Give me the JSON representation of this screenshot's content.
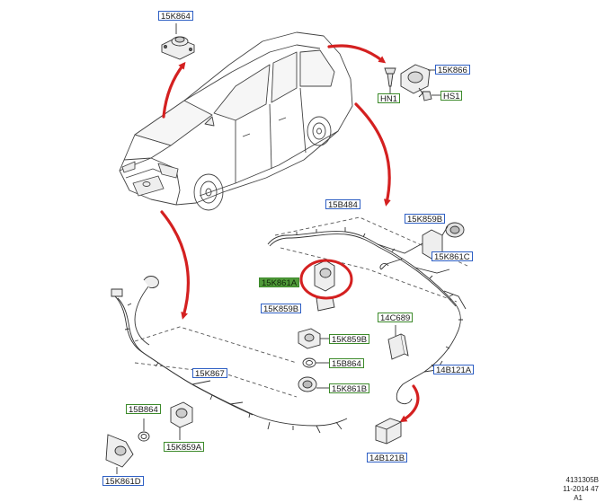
{
  "colors": {
    "arrow": "#d42020",
    "blue_label_border": "#2e5fc4",
    "green_label_border": "#3c8a2a",
    "highlight_fill": "#4f9a39",
    "circle": "#d42020",
    "line": "#333333"
  },
  "labels": {
    "l15k864": "15K864",
    "l15k866": "15K866",
    "lhn1": "HN1",
    "lhs1": "HS1",
    "l15b484": "15B484",
    "l15k859b_r": "15K859B",
    "l15k861c": "15K861C",
    "l15k861a": "15K861A",
    "l15k859b_l": "15K859B",
    "l14c689": "14C689",
    "l15k859b_c": "15K859B",
    "l15b864_c": "15B864",
    "l15k861b": "15K861B",
    "l14b121a": "14B121A",
    "l14b121b": "14B121B",
    "l15k867": "15K867",
    "l15b864_l": "15B864",
    "l15k859a": "15K859A",
    "l15k861d": "15K861D"
  },
  "footer": {
    "code": "4131305B",
    "date": "11-2014 47",
    "rev": "A1"
  }
}
